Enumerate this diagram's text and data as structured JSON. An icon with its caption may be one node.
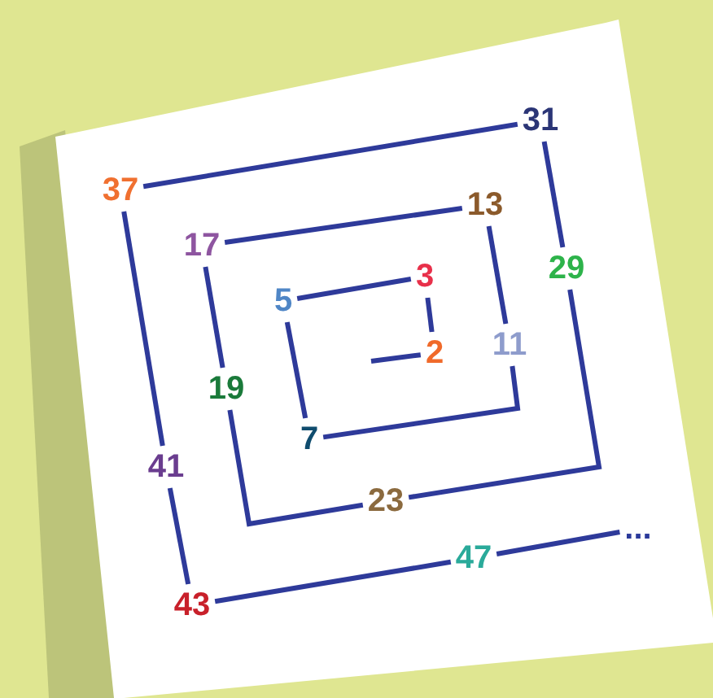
{
  "diagram": {
    "nodes": [
      {
        "text": [
          "2"
        ]
      },
      {
        "text": [
          "3"
        ]
      },
      {
        "text": [
          "5"
        ]
      },
      {
        "text": [
          "7"
        ]
      },
      {
        "text": [
          "11"
        ]
      },
      {
        "text": [
          "13"
        ]
      },
      {
        "text": [
          "17"
        ]
      },
      {
        "text": [
          "19"
        ]
      },
      {
        "text": [
          "23"
        ]
      },
      {
        "text": [
          "29"
        ]
      },
      {
        "text": [
          "31"
        ]
      },
      {
        "text": [
          "37"
        ]
      },
      {
        "text": [
          "41"
        ]
      },
      {
        "text": [
          "43"
        ]
      },
      {
        "text": [
          "47"
        ]
      },
      {
        "text": [
          "..."
        ]
      }
    ],
    "edges": [
      {
        "from": null,
        "to": 0,
        "arrow": "none"
      },
      {
        "from": 0,
        "to": 1,
        "arrow": "none"
      },
      {
        "from": 1,
        "to": 2,
        "arrow": "none"
      },
      {
        "from": 2,
        "to": 3,
        "arrow": "none"
      },
      {
        "from": 3,
        "to": 4,
        "arrow": "none"
      },
      {
        "from": 4,
        "to": 5,
        "arrow": "none"
      },
      {
        "from": 5,
        "to": 6,
        "arrow": "none"
      },
      {
        "from": 6,
        "to": 7,
        "arrow": "none"
      },
      {
        "from": 7,
        "to": 8,
        "arrow": "none"
      },
      {
        "from": 8,
        "to": 9,
        "arrow": "none"
      },
      {
        "from": 9,
        "to": 10,
        "arrow": "none"
      },
      {
        "from": 10,
        "to": 11,
        "arrow": "none"
      },
      {
        "from": 11,
        "to": 12,
        "arrow": "none"
      },
      {
        "from": 12,
        "to": 13,
        "arrow": "none"
      },
      {
        "from": 13,
        "to": 14,
        "arrow": "none"
      },
      {
        "from": 14,
        "to": 15,
        "arrow": "none"
      }
    ]
  }
}
